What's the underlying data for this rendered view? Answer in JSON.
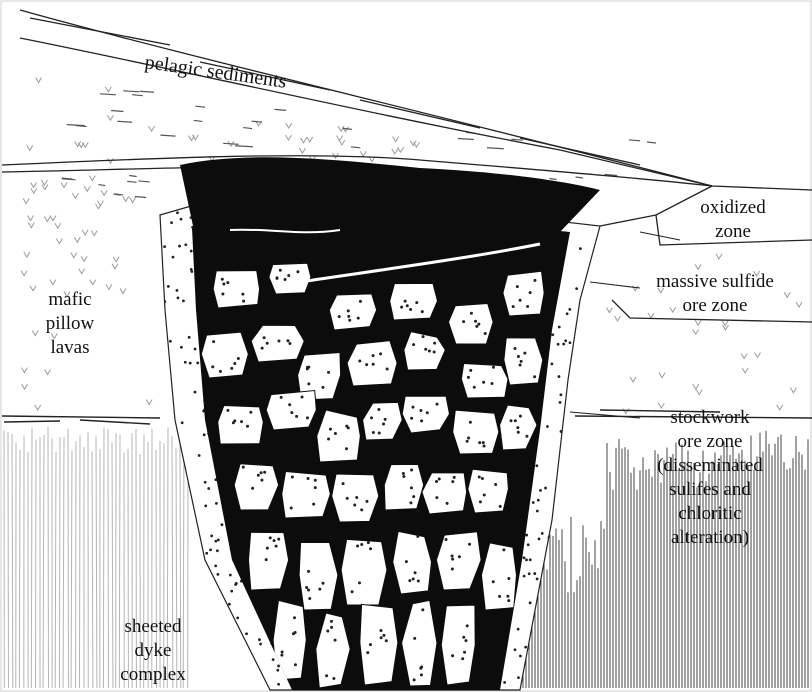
{
  "labels": {
    "pelagic": "pelagic sediments",
    "oxidized_1": "oxidized",
    "oxidized_2": "zone",
    "massive_1": "massive sulfide",
    "massive_2": "ore zone",
    "mafic_1": "mafic",
    "mafic_2": "pillow",
    "mafic_3": "lavas",
    "stock_1": "stockwork",
    "stock_2": "ore zone",
    "stock_3": "(disseminated",
    "stock_4": "sulifes and",
    "stock_5": "chloritic",
    "stock_6": "alteration)",
    "dyke_1": "sheeted",
    "dyke_2": "dyke",
    "dyke_3": "complex"
  },
  "colors": {
    "ink": "#111111",
    "background": "#ffffff",
    "rock_v_marks": "#9a9a9a"
  }
}
